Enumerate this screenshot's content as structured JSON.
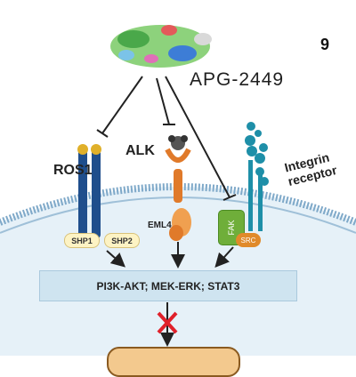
{
  "panel_number": "9",
  "drug": {
    "name": "APG-2449"
  },
  "receptors": {
    "ros1": "ROS1",
    "alk": "ALK",
    "eml4": "EML4",
    "integrin": "Integrin receptor"
  },
  "adaptors": {
    "shp1": "SHP1",
    "shp2": "SHP2",
    "fak": "FAK",
    "src": "SRC"
  },
  "pathway": {
    "label": "PI3K-AKT; MEK-ERK; STAT3"
  },
  "colors": {
    "ros1": "#1f4e8c",
    "alk": "#e07a2a",
    "fak": "#6fae3a",
    "integrin": "#1e8fa8",
    "membrane": "#cfe4f0",
    "block_mark": "#e0202a"
  }
}
